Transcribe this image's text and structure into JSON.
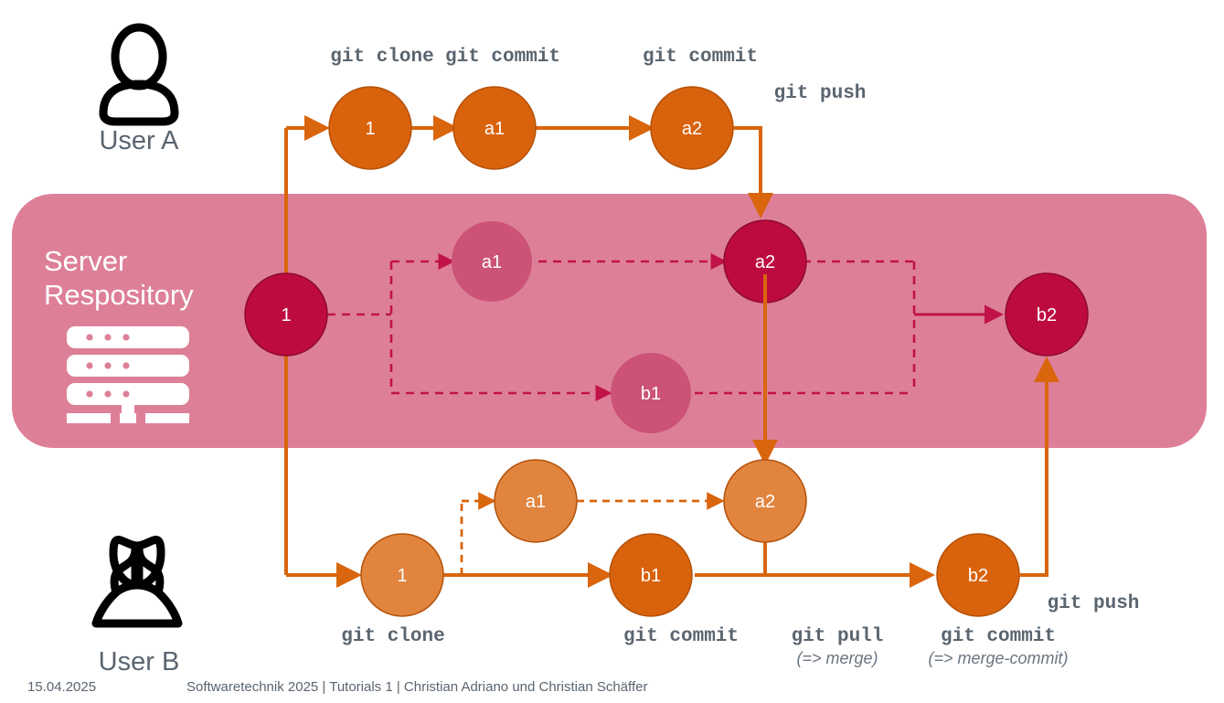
{
  "colors": {
    "repo_panel_bg": "#dd8097",
    "repo_node_dark": "#bd0b40",
    "repo_node_light": "#cc5277",
    "repo_arrow": "#c1134a",
    "local_node_dark": "#d9620c",
    "local_node_light": "#e0843e",
    "local_arrow": "#d9650d",
    "label_text": "#5a6570",
    "white": "#ffffff",
    "icon_black": "#000000"
  },
  "actors": {
    "user_a": {
      "label": "User A",
      "icon": "user-male-icon"
    },
    "user_b": {
      "label": "User B",
      "icon": "user-female-icon"
    }
  },
  "repository": {
    "title_line1": "Server",
    "title_line2": "Respository",
    "icon": "server-rack-icon",
    "nodes": [
      {
        "id": "repo-1",
        "label": "1",
        "tone": "dark"
      },
      {
        "id": "repo-a1",
        "label": "a1",
        "tone": "light"
      },
      {
        "id": "repo-a2",
        "label": "a2",
        "tone": "dark"
      },
      {
        "id": "repo-b1",
        "label": "b1",
        "tone": "light"
      },
      {
        "id": "repo-b2",
        "label": "b2",
        "tone": "dark"
      }
    ]
  },
  "user_a_track": {
    "nodes": [
      {
        "id": "a-1",
        "label": "1"
      },
      {
        "id": "a-a1",
        "label": "a1"
      },
      {
        "id": "a-a2",
        "label": "a2"
      }
    ],
    "labels": [
      {
        "id": "a-label-clone",
        "text": "git clone"
      },
      {
        "id": "a-label-commit1",
        "text": "git commit"
      },
      {
        "id": "a-label-commit2",
        "text": "git commit"
      },
      {
        "id": "a-label-push",
        "text": "git push"
      }
    ]
  },
  "user_b_track": {
    "nodes": [
      {
        "id": "b-1",
        "label": "1",
        "tone": "light"
      },
      {
        "id": "b-a1",
        "label": "a1",
        "tone": "light"
      },
      {
        "id": "b-a2",
        "label": "a2",
        "tone": "light"
      },
      {
        "id": "b-b1",
        "label": "b1",
        "tone": "dark"
      },
      {
        "id": "b-b2",
        "label": "b2",
        "tone": "dark"
      }
    ],
    "labels": [
      {
        "id": "b-label-clone",
        "text": "git clone",
        "sub": ""
      },
      {
        "id": "b-label-commit1",
        "text": "git commit",
        "sub": ""
      },
      {
        "id": "b-label-pull",
        "text": "git pull",
        "sub": "(=> merge)"
      },
      {
        "id": "b-label-commit2",
        "text": "git commit",
        "sub": "(=> merge-commit)"
      },
      {
        "id": "b-label-push",
        "text": "git push",
        "sub": ""
      }
    ]
  },
  "footer": {
    "date": "15.04.2025",
    "course": "Softwaretechnik 2025 | Tutorials 1 | Christian Adriano und Christian Schäffer"
  }
}
